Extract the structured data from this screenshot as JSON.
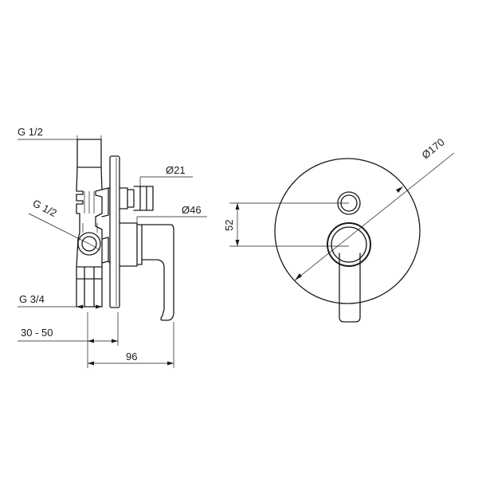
{
  "dimensions": {
    "g_half_top": "G 1/2",
    "g_half_side": "G 1/2",
    "g_three_quarter": "G 3/4",
    "wall_range": "30 - 50",
    "depth": "96",
    "d_21": "Ø21",
    "d_46": "Ø46",
    "d_170": "Ø170",
    "height_52": "52"
  }
}
